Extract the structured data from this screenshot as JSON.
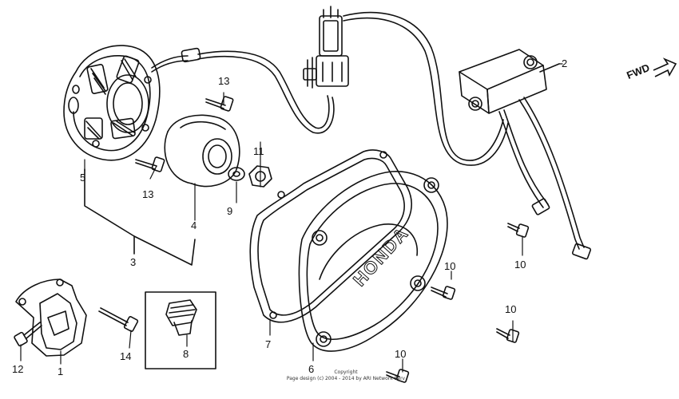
{
  "callouts": [
    {
      "id": "c1",
      "label": "1"
    },
    {
      "id": "c2",
      "label": "2"
    },
    {
      "id": "c3",
      "label": "3"
    },
    {
      "id": "c4",
      "label": "4"
    },
    {
      "id": "c5",
      "label": "5"
    },
    {
      "id": "c6",
      "label": "6"
    },
    {
      "id": "c7",
      "label": "7"
    },
    {
      "id": "c8",
      "label": "8"
    },
    {
      "id": "c9",
      "label": "9"
    },
    {
      "id": "c10a",
      "label": "10"
    },
    {
      "id": "c10b",
      "label": "10"
    },
    {
      "id": "c10c",
      "label": "10"
    },
    {
      "id": "c10d",
      "label": "10"
    },
    {
      "id": "c11",
      "label": "11"
    },
    {
      "id": "c12",
      "label": "12"
    },
    {
      "id": "c13a",
      "label": "13"
    },
    {
      "id": "c13b",
      "label": "13"
    },
    {
      "id": "c14",
      "label": "14"
    }
  ],
  "direction_label": "FWD",
  "cover_brand": "HONDA",
  "copyright": {
    "line1": "Copyright",
    "line2": "Page design (c) 2004 - 2014 by ARI Network Serv"
  },
  "colors": {
    "ink": "#111111",
    "background": "#ffffff"
  }
}
